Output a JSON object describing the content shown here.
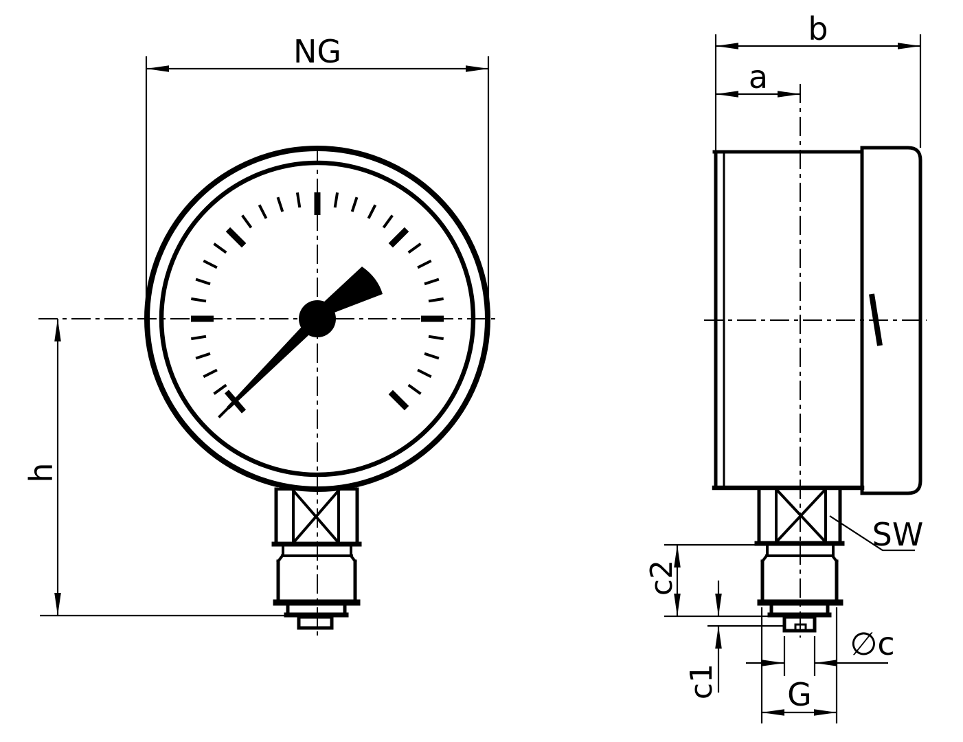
{
  "drawing": {
    "ink_color": "#000000",
    "background_color": "#ffffff",
    "labels": {
      "nominal_size": "NG",
      "height": "h",
      "depth_total": "b",
      "depth_to_axis": "a",
      "wrench_size": "SW",
      "c2": "c2",
      "c1": "c1",
      "tip_diameter": "∅c",
      "thread": "G"
    },
    "gauge_scale": {
      "start_deg": -135,
      "end_deg": 135,
      "minor_step_deg": 9,
      "major_every_deg": 45
    }
  }
}
